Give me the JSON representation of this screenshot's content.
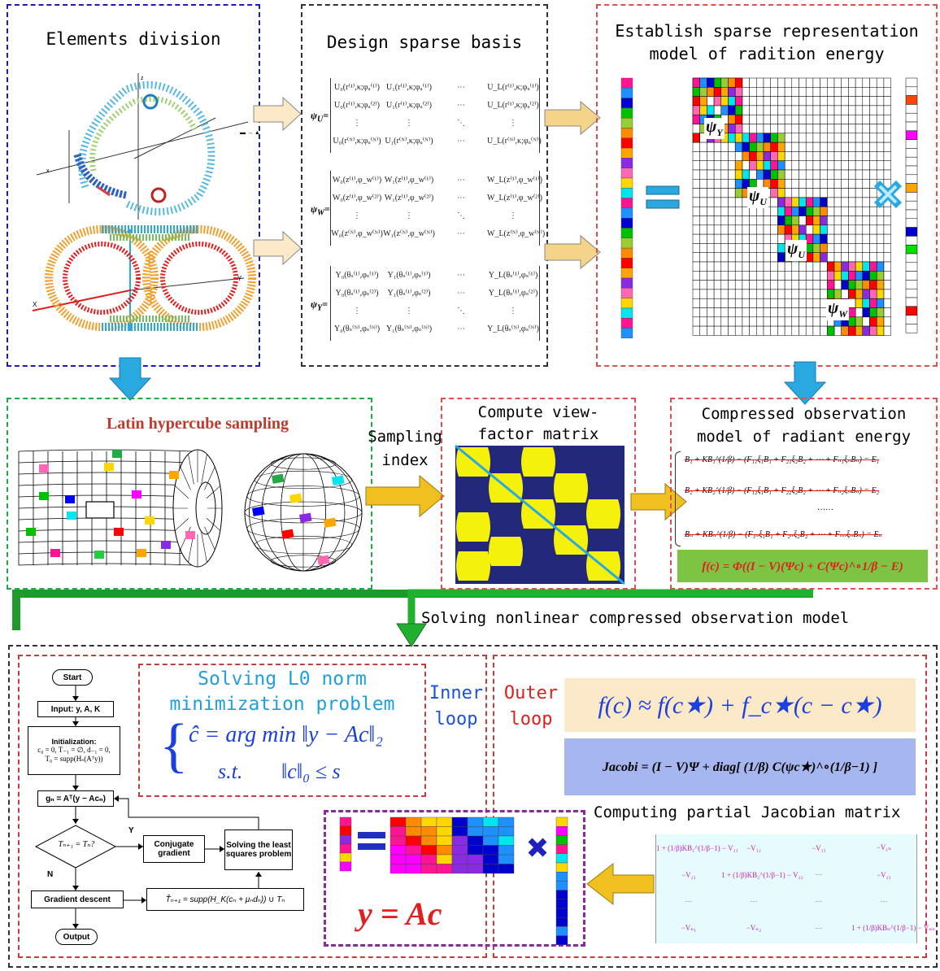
{
  "panels": {
    "elements": {
      "title": "Elements division"
    },
    "basis": {
      "title": "Design sparse basis",
      "psi_u": "ψ",
      "psi_u_sub": "U",
      "psi_w": "ψ",
      "psi_w_sub": "W",
      "psi_y": "ψ",
      "psi_y_sub": "Y",
      "matrix_u": [
        [
          "U₀(r⁽¹⁾,κ;φᵤ⁽¹⁾)",
          "U₁(r⁽¹⁾,κ;φᵤ⁽¹⁾)",
          "⋯",
          "U_L(r⁽¹⁾,κ;φᵤ⁽¹⁾)"
        ],
        [
          "U₀(r⁽¹⁾,κ;φᵤ⁽²⁾)",
          "U₁(r⁽¹⁾,κ;φᵤ⁽²⁾)",
          "⋯",
          "U_L(r⁽¹⁾,κ;φᵤ⁽²⁾)"
        ],
        [
          "⋮",
          "⋮",
          "⋱",
          "⋮"
        ],
        [
          "U₀(r⁽ᴺ⁾,κ;φᵤ⁽ᴺ⁾)",
          "U₁(r⁽ᴺ⁾,κ;φᵤ⁽ᴺ⁾)",
          "⋯",
          "U_L(r⁽ᴺ⁾,κ;φᵤ⁽ᴺ⁾)"
        ]
      ],
      "matrix_w": [
        [
          "W₀(z⁽¹⁾,φ_w⁽¹⁾)",
          "W₁(z⁽¹⁾,φ_w⁽¹⁾)",
          "⋯",
          "W_L(z⁽¹⁾,φ_w⁽¹⁾)"
        ],
        [
          "W₀(z⁽¹⁾,φ_w⁽²⁾)",
          "W₁(z⁽¹⁾,φ_w⁽²⁾)",
          "⋯",
          "W_L(z⁽¹⁾,φ_w⁽²⁾)"
        ],
        [
          "⋮",
          "⋮",
          "⋱",
          "⋮"
        ],
        [
          "W₀(z⁽ᴺ⁾,φ_w⁽ᴺ⁾)",
          "W₁(z⁽ᴺ⁾,φ_w⁽ᴺ⁾)",
          "⋯",
          "W_L(z⁽ᴺ⁾,φ_w⁽ᴺ⁾)"
        ]
      ],
      "matrix_y": [
        [
          "Y₀(θₛ⁽¹⁾,φₛ⁽¹⁾)",
          "Y₁(θₛ⁽¹⁾,φₛ⁽¹⁾)",
          "⋯",
          "Y_L(θₛ⁽¹⁾,φₛ⁽¹⁾)"
        ],
        [
          "Y₀(θₛ⁽¹⁾,φₛ⁽²⁾)",
          "Y₁(θₛ⁽¹⁾,φₛ⁽²⁾)",
          "⋯",
          "Y_L(θₛ⁽¹⁾,φₛ⁽²⁾)"
        ],
        [
          "⋮",
          "⋮",
          "⋱",
          "⋮"
        ],
        [
          "Y₀(θₛ⁽ᴺ⁾,φₛ⁽ᴺ⁾)",
          "Y₁(θₛ⁽ᴺ⁾,φₛ⁽ᴺ⁾)",
          "⋯",
          "Y_L(θₛ⁽ᴺ⁾,φₛ⁽ᴺ⁾)"
        ]
      ]
    },
    "sparse": {
      "title_line1": "Establish sparse representation",
      "title_line2": "model of radition energy",
      "psi": "ψ",
      "sub_y": "Y",
      "sub_u1": "U",
      "sub_u2": "U",
      "sub_w": "W"
    },
    "latin": {
      "title": "Latin hypercube sampling"
    },
    "sampling": {
      "line1": "Sampling",
      "line2": "index"
    },
    "viewfactor": {
      "line1": "Compute view-",
      "line2": "factor matrix"
    },
    "compressed": {
      "title_line1": "Compressed observation",
      "title_line2": "model of radiant energy",
      "eq1": "B₁ + KB₁^(1/β) − (F₁₁ξ₁B₁ + F₂₁ξ₂B₂ + ⋯ + Fₙ₁ξₙBₙ) = E₁",
      "eq2": "B₂ + KB₂^(1/β) − (F₁₂ξ₁B₁ + F₂₂ξ₂B₂ + ⋯ + Fₙ₂ξₙBₙ) = E₂",
      "dots": "……",
      "eq3": "Bₙ + KBₙ^(1/β) − (F₁ₙξ₁B₁ + F₂ₙξ₂B₂ + ⋯ + FₙₙξₙBₙ) = Eₙ",
      "fc": "f(c) = Φ((I − V)(Ψc) + C(Ψc)^∘1/β − E)"
    },
    "solving": {
      "title": "Solving nonlinear compressed observation model"
    },
    "flow": {
      "start": "Start",
      "input": "Input: y, A, K",
      "init_title": "Initialization:",
      "init_l1": "c₀ = 0, T₋₁ = ∅, d₋₁ = 0,",
      "init_l2": "T₀ = supp(Hₛ(Aᵀy))",
      "gn": "gₙ = Aᵀ(y − Acₙ)",
      "decision": "Tₙ₊₁ = Tₙ?",
      "yes": "Y",
      "no": "N",
      "conj": "Conjugate gradient",
      "lsq": "Solving the least squares problem",
      "graddesc": "Gradient descent",
      "tupdate": "T̂ₙ₊₁ = supp(H_K(cₙ + μₙdₙ)) ∪ Tₙ",
      "output": "Output"
    },
    "l0": {
      "line1": "Solving L0 norm",
      "line2": "minimization problem",
      "eq1": "ĉ = arg min ‖y − Ac‖₂",
      "eq2_st": "s.t.",
      "eq2": "‖c‖₀ ≤ s"
    },
    "inner": {
      "line1": "Inner",
      "line2": "loop"
    },
    "outer": {
      "line1": "Outer",
      "line2": "loop",
      "taylor": "f(c) ≈ f(c★) + f_c★(c − c★)",
      "jacobi": "Jacobi = (I − V)Ψ + diag[ (1/β) C(ψc★)^∘(1/β−1) ]"
    },
    "jacobian": {
      "title": "Computing partial Jacobian matrix",
      "rows": [
        [
          "1 + (1/β)KB₁^(1/β−1) − V₁₁",
          "−V₁₂",
          "−V₁₁",
          "−V₁ₙ"
        ],
        [
          "−V₂₁",
          "1 + (1/β)KB₂^(1/β−1) − V₂₂",
          "⋯",
          "−V₂₁"
        ],
        [
          "⋯",
          "⋯",
          "⋯",
          "⋯"
        ],
        [
          "−Vₙ₁",
          "−Vₙ₂",
          "⋯",
          "1 + (1/β)KBₙ^(1/β−1) − Vₙₙ"
        ]
      ]
    },
    "yac": {
      "eq": "y = Ac"
    }
  },
  "colors": {
    "blue_dash": "#1c1cb8",
    "black_dash": "#333333",
    "red_dash": "#e05050",
    "green_dash": "#22aa44",
    "arrow_yellow": "#f0c020",
    "arrow_blue": "#2aa8e0",
    "purple_dash": "#8a2aa0",
    "latin_title": "#c0392b",
    "l0_text": "#1ea0e0",
    "inner_text": "#1c50e0",
    "outer_text": "#e02020",
    "fc_bg": "#7cc442",
    "taylor_bg": "#fbe9c8",
    "jacobi_bg": "#a6b6ee",
    "jacobian_bg": "#e6fbfb",
    "jacobian_text": "#d020c0"
  }
}
